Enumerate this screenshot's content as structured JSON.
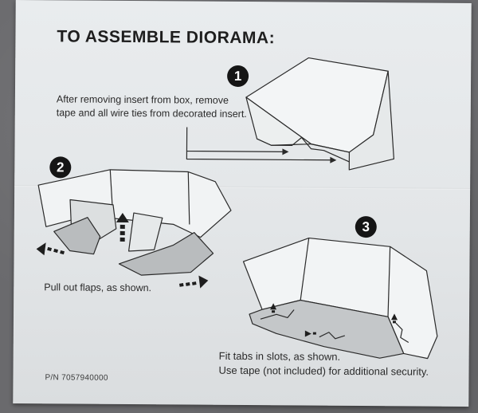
{
  "title": "TO ASSEMBLE DIORAMA:",
  "steps": [
    {
      "number": "1",
      "lines": [
        "After removing insert from box, remove",
        "tape and all wire ties from decorated insert."
      ]
    },
    {
      "number": "2",
      "lines": [
        "Pull out flaps, as shown."
      ]
    },
    {
      "number": "3",
      "lines": [
        "Fit tabs in slots, as shown.",
        "Use tape (not included) for additional security."
      ]
    }
  ],
  "part_number": "P/N  7057940000",
  "colors": {
    "paper": "#e5e8ea",
    "ink": "#1e1e1e",
    "flap": "#b9bcbe",
    "background": "#6a6a6d"
  }
}
